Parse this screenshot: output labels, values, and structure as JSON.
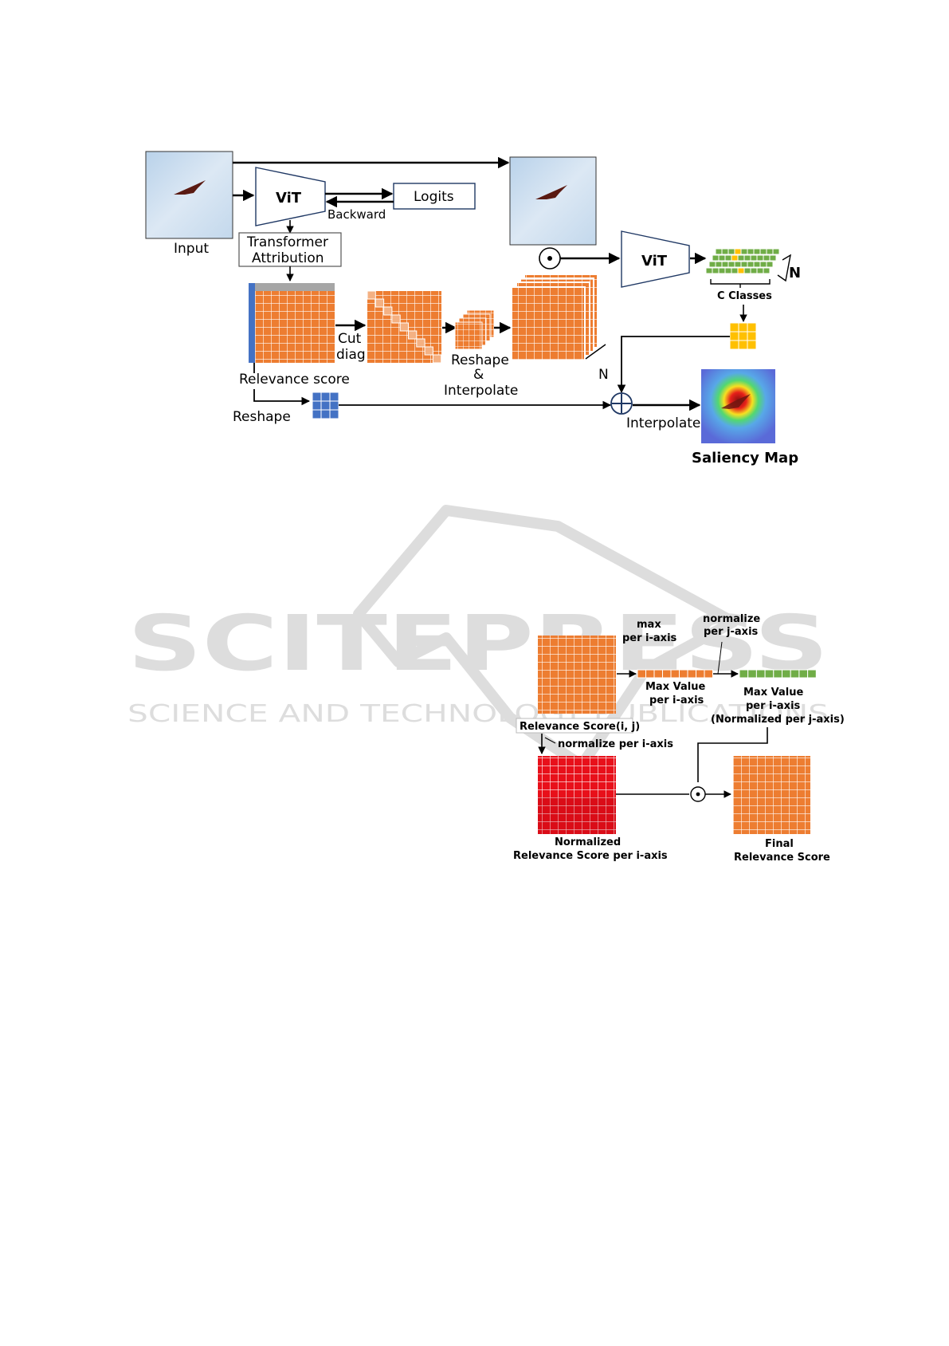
{
  "watermark": {
    "main": "SCITEPRESS",
    "sub": "SCIENCE AND TECHNOLOGY PUBLICATIONS"
  },
  "figure1": {
    "input_label": "Input",
    "vit1_label": "ViT",
    "logits_label": "Logits",
    "backward_label": "Backward",
    "attribution_line1": "Transformer",
    "attribution_line2": "Attribution",
    "relevance_label": "Relevance score",
    "cut_line1": "Cut",
    "cut_line2": "diag",
    "reshape_interp_line1": "Reshape",
    "reshape_interp_line2": "&",
    "reshape_interp_line3": "Interpolate",
    "n_label_stack": "N",
    "vit2_label": "ViT",
    "n_label_classes": "N",
    "classes_label": "C Classes",
    "reshape_label": "Reshape",
    "interpolate_label": "Interpolate",
    "saliency_label": "Saliency Map"
  },
  "figure2": {
    "max_line1": "max",
    "max_line2": "per i-axis",
    "normalize_j_line1": "normalize",
    "normalize_j_line2": "per j-axis",
    "maxvalue_line1": "Max Value",
    "maxvalue_line2": "per i-axis",
    "maxnorm_line1": "Max Value",
    "maxnorm_line2": "per i-axis",
    "maxnorm_line3": "(Normalized per j-axis)",
    "relevance_ij": "Relevance Score(i, j)",
    "normalize_i": "normalize per i-axis",
    "normalized_line1": "Normalized",
    "normalized_line2": "Relevance Score per i-axis",
    "final_line1": "Final",
    "final_line2": "Relevance Score"
  },
  "colors": {
    "orange": "#ED7D31",
    "blue": "#4472C4",
    "green": "#70AD47",
    "yellow": "#FFC000",
    "red": "#E8101A",
    "gray": "#A6A6A6",
    "sky": "#CFE0F0"
  }
}
